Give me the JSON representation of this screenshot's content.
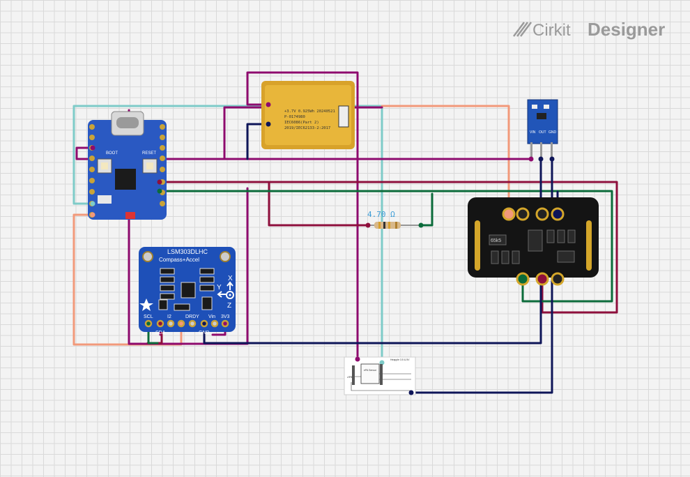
{
  "brand": {
    "name_light": "Cirkit",
    "name_bold": "Designer"
  },
  "colors": {
    "magenta": "#8e0b6e",
    "teal": "#7ecbc8",
    "salmon": "#f2997a",
    "crimson": "#8e0f3c",
    "green": "#0b6b3a",
    "navy": "#0e1558",
    "board_blue": "#1e4fb3",
    "pcb_black": "#141414",
    "gold": "#d4a62a"
  },
  "components": {
    "mcu": {
      "boot_label": "BOOT",
      "reset_label": "RESET"
    },
    "battery": {
      "lines": [
        "+3.7V 0.925Wh 20240521",
        "P-0174980",
        "IEC6086(Part 2)",
        "2019/IEC62133-2:2017"
      ]
    },
    "imu": {
      "title": "LSM303DLHC",
      "subtitle": "Compass+Accel",
      "axis_x": "X",
      "axis_y": "Y",
      "axis_z": "Z",
      "pins": [
        "SCL",
        "SDA",
        "I2",
        "DRDY",
        "Vin",
        "GND",
        "3V3"
      ]
    },
    "regulator": {
      "pins": [
        "VIN",
        "OUT",
        "GND"
      ]
    },
    "resistor": {
      "label": "4.70 Ω"
    },
    "sensor": {
      "chip1": "65k5",
      "chip2": ""
    },
    "schematic": {
      "title": "Heapple 3.5 & 5V",
      "chip_label": "ePA Sensor",
      "cap_label": "0.1 uF"
    }
  }
}
